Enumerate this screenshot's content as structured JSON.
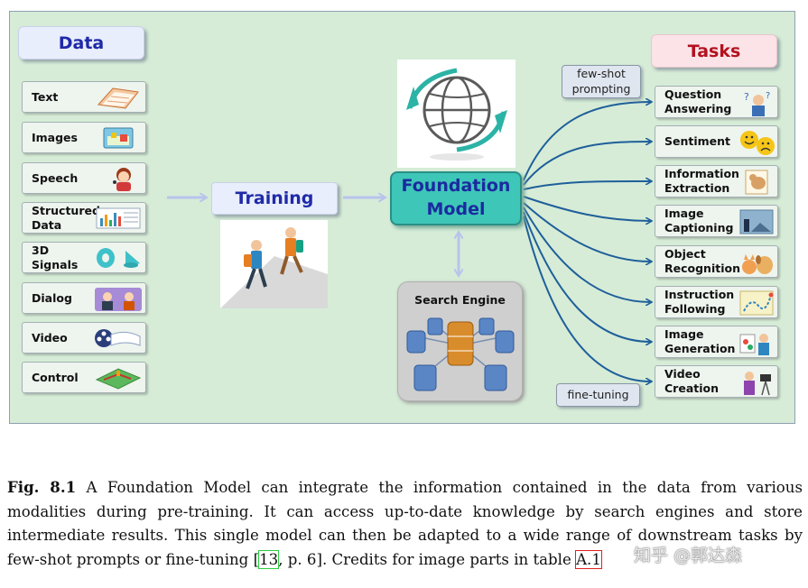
{
  "data_header": "Data",
  "tasks_header": "Tasks",
  "data_items": [
    {
      "label": "Text",
      "icon": "book-icon"
    },
    {
      "label": "Images",
      "icon": "photo-icon"
    },
    {
      "label": "Speech",
      "icon": "speaking-girl-icon"
    },
    {
      "label": "Structured\nData",
      "icon": "table-chart-icon"
    },
    {
      "label": "3D\nSignals",
      "icon": "3d-shapes-icon"
    },
    {
      "label": "Dialog",
      "icon": "dialog-people-icon"
    },
    {
      "label": "Video",
      "icon": "film-reel-icon"
    },
    {
      "label": "Control",
      "icon": "game-board-icon"
    }
  ],
  "training_label": "Training",
  "foundation_model": {
    "line1": "Foundation",
    "line2": "Model"
  },
  "search_engine_label": "Search Engine",
  "few_shot_label": "few-shot\nprompting",
  "fine_tuning_label": "fine-tuning",
  "tasks": [
    {
      "label": "Question\nAnswering",
      "icon": "thinking-person-icon"
    },
    {
      "label": "Sentiment",
      "icon": "smiley-faces-icon"
    },
    {
      "label": "Information\nExtraction",
      "icon": "dog-document-icon"
    },
    {
      "label": "Image\nCaptioning",
      "icon": "photo-caption-icon"
    },
    {
      "label": "Object\nRecognition",
      "icon": "cat-dog-icon"
    },
    {
      "label": "Instruction\nFollowing",
      "icon": "map-icon"
    },
    {
      "label": "Image\nGeneration",
      "icon": "painter-icon"
    },
    {
      "label": "Video\nCreation",
      "icon": "camera-operator-icon"
    }
  ],
  "caption": {
    "fig_label": "Fig. 8.1",
    "text_before_ref": " A Foundation Model can integrate the information contained in the data from various modalities during pre-training. It can access up-to-date knowledge by search engines and store intermediate results. This single model can then be adapted to a wide range of downstream tasks by few-shot prompts or fine-tuning [",
    "ref_number": "13",
    "text_after_ref": ", p. 6]. Credits for image parts in table ",
    "table_ref": "A.1"
  },
  "watermark": "知乎 @郭达森",
  "colors": {
    "panel_bg": "#d6ecd7",
    "data_header_text": "#1f2aa8",
    "tasks_header_text": "#b3121e",
    "foundation_model_bg": "#3ec6b8",
    "connector_arrows": "#1f5f9a",
    "input_arrows": "#b8c4ec"
  }
}
